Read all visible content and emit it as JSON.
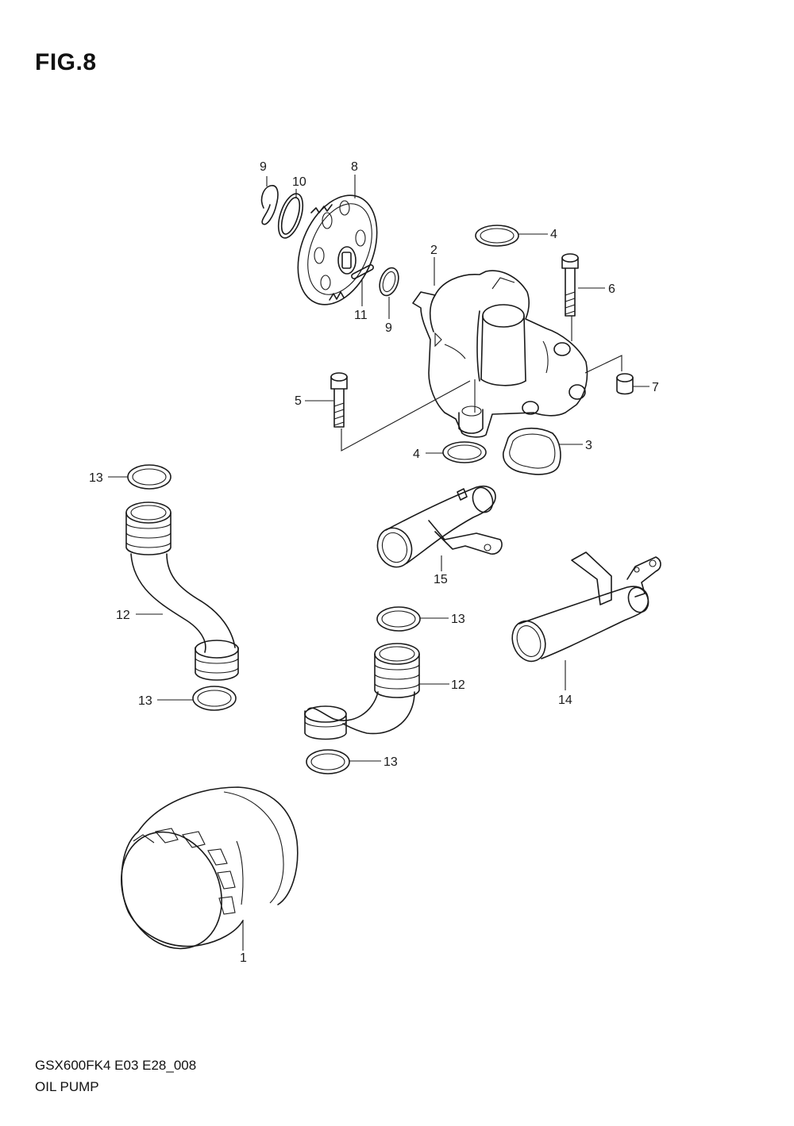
{
  "figure_title": "FIG.8",
  "model_code": "GSX600FK4 E03 E28_008",
  "diagram_name": "OIL PUMP",
  "callouts": [
    "1",
    "2",
    "3",
    "4",
    "4",
    "5",
    "6",
    "7",
    "8",
    "9",
    "9",
    "10",
    "11",
    "12",
    "12",
    "13",
    "13",
    "13",
    "13",
    "14",
    "15"
  ]
}
